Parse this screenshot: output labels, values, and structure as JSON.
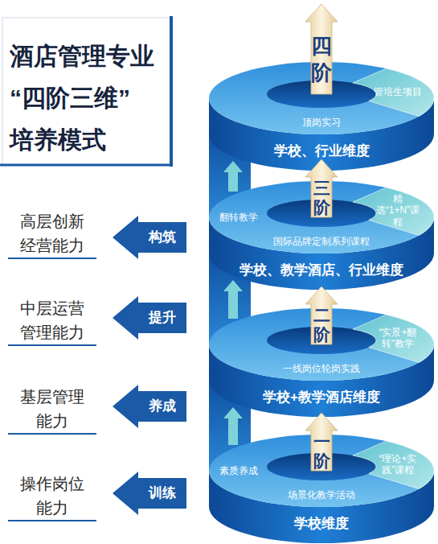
{
  "diagram": {
    "title": "酒店管理专业 “四阶三维” 培养模式",
    "nodes": [
      {
        "text": [
          "顶岗实习",
          "学校、行业维度"
        ]
      },
      {
        "text": [
          "四阶"
        ],
        "in": 0
      },
      {
        "text": [
          "管培生项目"
        ],
        "in": 0
      },
      {
        "text": [
          "翻转教学",
          "国际品牌定制系列课程",
          "学校、教学酒店、行业维度"
        ]
      },
      {
        "text": [
          "三阶"
        ],
        "in": 3
      },
      {
        "text": [
          "精选“1+N”课程"
        ],
        "in": 3
      },
      {
        "text": [
          "构筑"
        ]
      },
      {
        "text": [
          "提升"
        ]
      },
      {
        "text": [
          "一线岗位轮岗实践",
          "学校+教学酒店维度"
        ]
      },
      {
        "text": [
          "二阶"
        ],
        "in": 8
      },
      {
        "text": [
          "“实景+翻转”教学"
        ],
        "in": 8
      },
      {
        "text": [
          "养成"
        ]
      },
      {
        "text": [
          "素质养成",
          "场景化教学活动",
          "学校维度"
        ]
      },
      {
        "text": [
          "一阶"
        ],
        "in": 12
      },
      {
        "text": [
          "“理论+实践”课程"
        ],
        "in": 12
      },
      {
        "text": [
          "训练"
        ]
      }
    ],
    "labels": [
      "高层创新经营能力",
      "中层运营管理能力",
      "基层管理能力",
      "操作岗位能力"
    ]
  }
}
